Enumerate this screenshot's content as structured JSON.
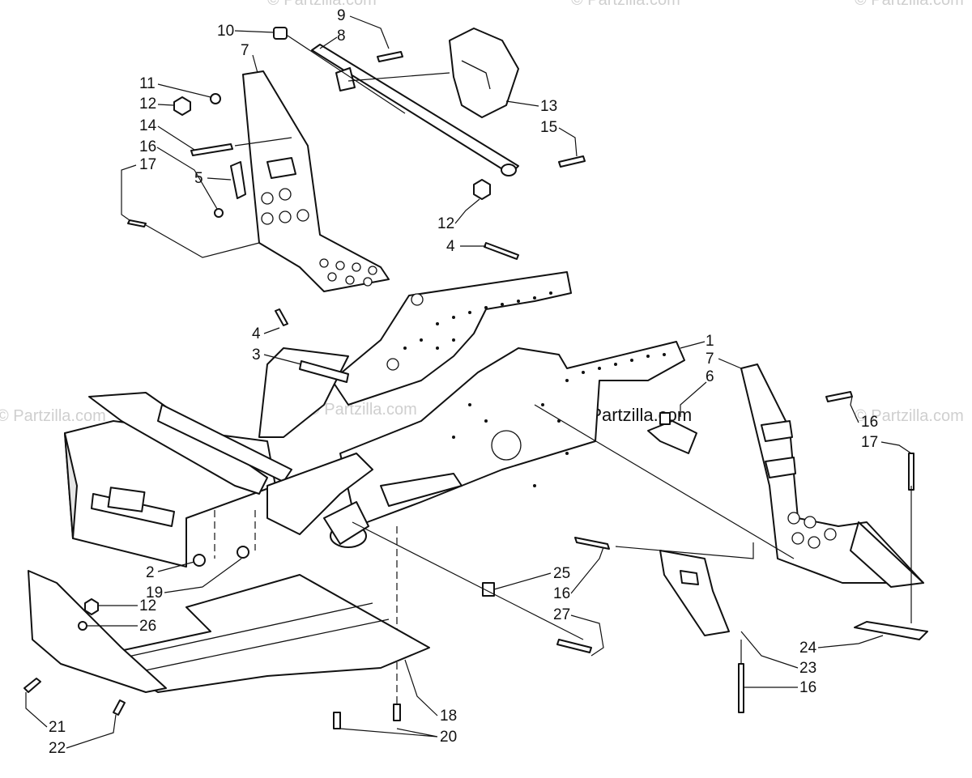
{
  "watermark": {
    "text": "© Partzilla.com",
    "main_label": "© Partzilla.com"
  },
  "callouts": [
    {
      "id": "c1",
      "text": "1"
    },
    {
      "id": "c2",
      "text": "2"
    },
    {
      "id": "c3",
      "text": "3"
    },
    {
      "id": "c4a",
      "text": "4"
    },
    {
      "id": "c4b",
      "text": "4"
    },
    {
      "id": "c5",
      "text": "5"
    },
    {
      "id": "c6",
      "text": "6"
    },
    {
      "id": "c7a",
      "text": "7"
    },
    {
      "id": "c7b",
      "text": "7"
    },
    {
      "id": "c8",
      "text": "8"
    },
    {
      "id": "c9",
      "text": "9"
    },
    {
      "id": "c10",
      "text": "10"
    },
    {
      "id": "c11",
      "text": "11"
    },
    {
      "id": "c12a",
      "text": "12"
    },
    {
      "id": "c12b",
      "text": "12"
    },
    {
      "id": "c12c",
      "text": "12"
    },
    {
      "id": "c13",
      "text": "13"
    },
    {
      "id": "c14",
      "text": "14"
    },
    {
      "id": "c15",
      "text": "15"
    },
    {
      "id": "c16a",
      "text": "16"
    },
    {
      "id": "c16b",
      "text": "16"
    },
    {
      "id": "c16c",
      "text": "16"
    },
    {
      "id": "c16d",
      "text": "16"
    },
    {
      "id": "c17a",
      "text": "17"
    },
    {
      "id": "c17b",
      "text": "17"
    },
    {
      "id": "c18",
      "text": "18"
    },
    {
      "id": "c19",
      "text": "19"
    },
    {
      "id": "c20",
      "text": "20"
    },
    {
      "id": "c21",
      "text": "21"
    },
    {
      "id": "c22",
      "text": "22"
    },
    {
      "id": "c23",
      "text": "23"
    },
    {
      "id": "c24",
      "text": "24"
    },
    {
      "id": "c25",
      "text": "25"
    },
    {
      "id": "c26",
      "text": "26"
    },
    {
      "id": "c27",
      "text": "27"
    }
  ]
}
